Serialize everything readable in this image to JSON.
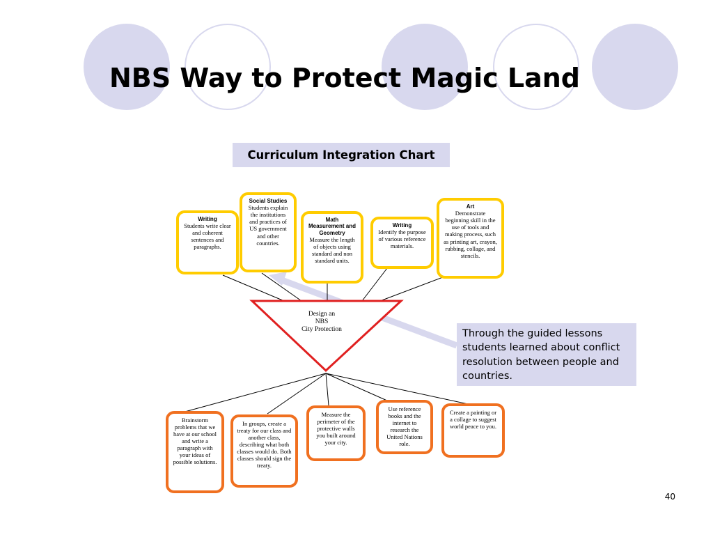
{
  "slide": {
    "title": "NBS Way to Protect Magic Land",
    "subtitle": "Curriculum Integration Chart",
    "page_number": "40"
  },
  "center": {
    "lines": [
      "Design an",
      "NBS",
      "City Protection"
    ]
  },
  "top_boxes": [
    {
      "heading": "Writing",
      "text": "Students write clear and coherent sentences and paragraphs."
    },
    {
      "heading": "Social Studies",
      "text": "Students explain the institutions and practices of US government and other countries."
    },
    {
      "heading": "Math Measurement and Geometry",
      "text": "Measure the length of objects using standard and non standard units."
    },
    {
      "heading": "Writing",
      "text": "Identify the purpose of various reference materials."
    },
    {
      "heading": "Art",
      "text": "Demonstrate beginning skill in the use of tools and making process, such as printing art, crayon, rubbing, collage, and stencils."
    }
  ],
  "bottom_boxes": [
    {
      "text": "Brainstorm problems that we have at our school and write a paragraph with your ideas of possible solutions."
    },
    {
      "text": "In groups, create a treaty for our class and another class, describing what both classes would do. Both classes should sign the treaty."
    },
    {
      "text": "Measure the perimeter of the protective walls you built around your city."
    },
    {
      "text": "Use reference books and the internet to research the United Nations role."
    },
    {
      "text": "Create a painting or a collage to suggest world peace to you."
    }
  ],
  "callout": {
    "text": "Through the guided lessons students learned about conflict resolution between people and countries."
  },
  "colors": {
    "decor_circle": "#d8d8ee",
    "triangle_stroke": "#e02020",
    "top_box_border": "#ffcc00",
    "bottom_box_border": "#f07020",
    "callout_fill": "#d8d8ee"
  }
}
